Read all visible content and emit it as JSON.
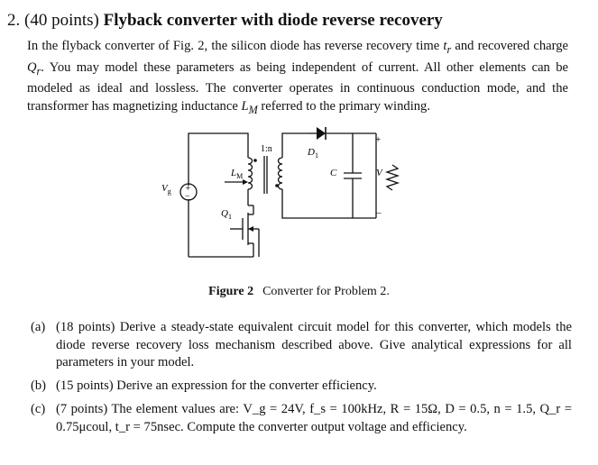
{
  "problem": {
    "number": "2.",
    "points": "(40 points)",
    "title": "Flyback converter with diode reverse recovery"
  },
  "intro": {
    "p1": "In the flyback converter of Fig. 2, the silicon diode has reverse recovery time ",
    "tr": "t",
    "tr_sub": "r",
    "p2": " and recovered charge ",
    "qr": "Q",
    "qr_sub": "r",
    "p3": ". You may model these parameters as being independent of current. All other elements can be modeled as ideal and lossless. The converter operates in continuous conduction mode, and the transformer has magnetizing inductance ",
    "lm": "L",
    "lm_sub": "M",
    "p4": " referred to the primary winding."
  },
  "figure": {
    "labels": {
      "ratio": "1:n",
      "d1": "D",
      "d1_sub": "1",
      "lm": "L",
      "lm_sub": "M",
      "vg": "V",
      "vg_sub": "g",
      "q1": "Q",
      "q1_sub": "1",
      "c": "C",
      "v": "V",
      "plus": "+",
      "minus": "–",
      "src_plus": "+",
      "src_minus": "–"
    },
    "caption_label": "Figure 2",
    "caption_text": "Converter for Problem 2."
  },
  "parts": [
    {
      "label": "(a)",
      "text": "(18 points) Derive a steady-state equivalent circuit model for this converter, which models the diode reverse recovery loss mechanism described above. Give analytical expressions for all parameters in your model."
    },
    {
      "label": "(b)",
      "text": "(15 points) Derive an expression for the converter efficiency."
    },
    {
      "label": "(c)",
      "text": "(7 points) The element values are: V_g = 24V, f_s = 100kHz, R = 15Ω, D = 0.5, n = 1.5, Q_r = 0.75μcoul, t_r = 75nsec. Compute the converter output voltage and efficiency."
    }
  ]
}
